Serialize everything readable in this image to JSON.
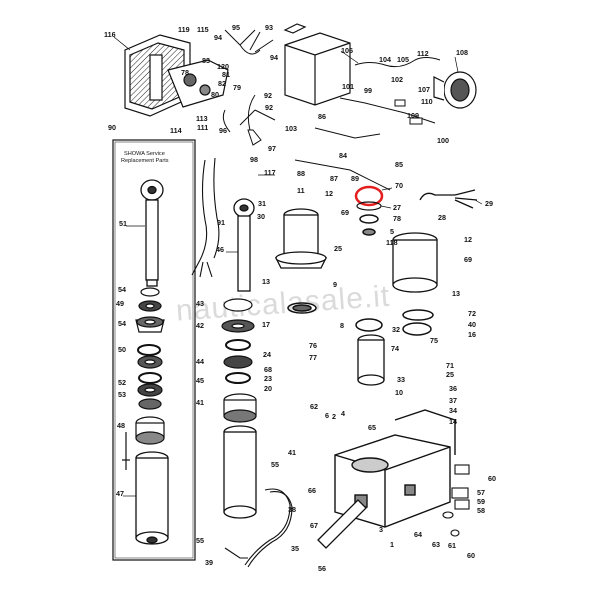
{
  "diagram": {
    "inset_title_line1": "SHOWA Service",
    "inset_title_line2": "Replacement Parts",
    "watermark": "nauticalasale.it",
    "highlight_color": "#e41e1e",
    "line_color": "#111111",
    "callouts": {
      "c116": "116",
      "c119": "119",
      "c115": "115",
      "c95": "95",
      "c93": "93",
      "c94": "94",
      "c83": "83",
      "c120": "120",
      "c81": "81",
      "c78": "78",
      "c82": "82",
      "c79": "79",
      "c80": "80",
      "c92": "92",
      "c113": "113",
      "c111": "111",
      "c90": "90",
      "c114": "114",
      "c96": "96",
      "c97": "97",
      "c98": "98",
      "c103": "103",
      "c106": "106",
      "c104": "104",
      "c105": "105",
      "c112": "112",
      "c108": "108",
      "c101": "101",
      "c99": "99",
      "c102": "102",
      "c107": "107",
      "c110": "110",
      "c109": "109",
      "c100": "100",
      "c86": "86",
      "c84": "84",
      "c85": "85",
      "c117": "117",
      "c88": "88",
      "c87": "87",
      "c89": "89",
      "c70": "70",
      "c27": "27",
      "c29": "29",
      "c51": "51",
      "c91": "91",
      "c31": "31",
      "c30": "30",
      "c11": "11",
      "c12a": "12",
      "c69a": "69",
      "c78b": "78",
      "c5": "5",
      "c118": "118",
      "c28": "28",
      "c12b": "12",
      "c69b": "69",
      "c46": "46",
      "c25": "25",
      "c54a": "54",
      "c49": "49",
      "c13a": "13",
      "c9": "9",
      "c13b": "13",
      "c72": "72",
      "c40": "40",
      "c16": "16",
      "c54b": "54",
      "c43": "43",
      "c42": "42",
      "c17": "17",
      "c8": "8",
      "c32": "32",
      "c75": "75",
      "c50": "50",
      "c76": "76",
      "c77": "77",
      "c74": "74",
      "c52": "52",
      "c44": "44",
      "c24": "24",
      "c71": "71",
      "c53": "53",
      "c45": "45",
      "c68": "68",
      "c23": "23",
      "c20": "20",
      "c36": "36",
      "c41a": "41",
      "c33": "33",
      "c37": "37",
      "c62": "62",
      "c6": "6",
      "c4": "4",
      "c65": "65",
      "c34": "34",
      "c10": "10",
      "c48": "48",
      "c2": "2",
      "c14": "14",
      "c47": "47",
      "c41b": "41",
      "c55": "55",
      "c60a": "60",
      "c57": "57",
      "c59": "59",
      "c58": "58",
      "c38": "38",
      "c66": "66",
      "c67": "67",
      "c3": "3",
      "c64": "64",
      "c63": "63",
      "c61": "61",
      "c60b": "60",
      "c35": "35",
      "c39": "39",
      "c56": "56",
      "c1": "1"
    }
  }
}
